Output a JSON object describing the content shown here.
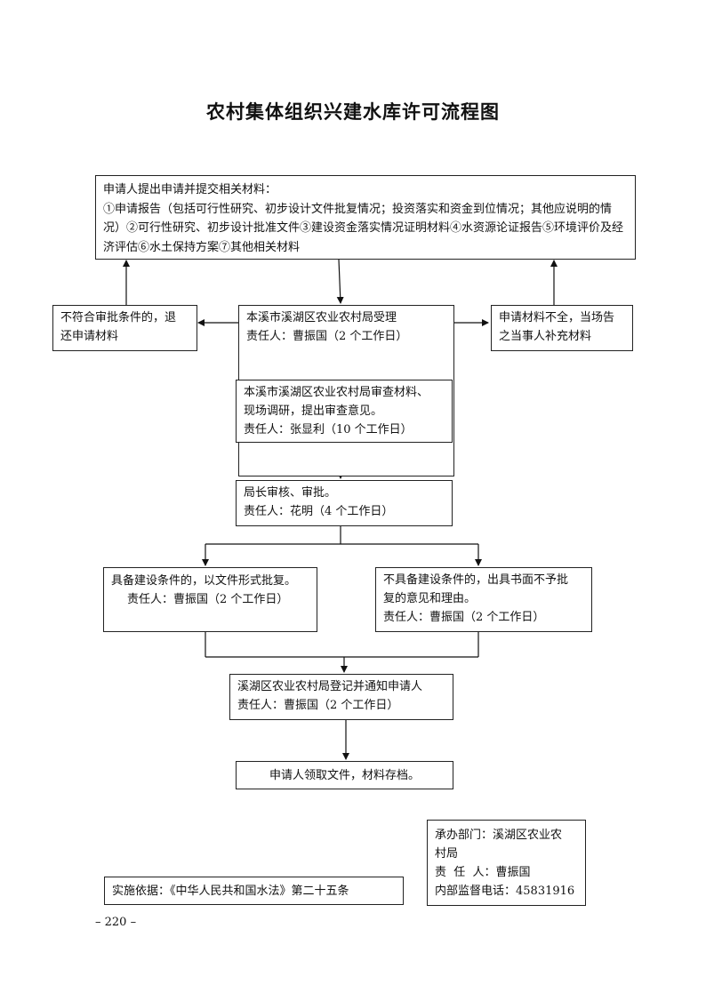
{
  "title": "农村集体组织兴建水库许可流程图",
  "apply": {
    "line1": "申请人提出申请并提交相关材料：",
    "line2": "①申请报告（包括可行性研究、初步设计文件批复情况；投资落实和资金到位情况；其他应说明的情况）②可行性研究、初步设计批准文件③建设资金落实情况证明材料④水资源论证报告⑤环境评价及经济评估⑥水土保持方案⑦其他相关材料"
  },
  "reject": {
    "line1": "不符合审批条件的，退",
    "line2": "还申请材料"
  },
  "accept": {
    "line1": "本溪市溪湖区农业农村局受理",
    "line2": "责任人：曹振国（2 个工作日）"
  },
  "supplement": {
    "line1": "申请材料不全，当场告",
    "line2": "之当事人补充材料"
  },
  "review": {
    "line1": "本溪市溪湖区农业农村局审查材料、",
    "line2": "现场调研，提出审查意见。",
    "line3": "责任人：张显利（10 个工作日）"
  },
  "director": {
    "line1": "局长审核、审批。",
    "line2": "责任人：花明（4 个工作日）"
  },
  "approve": {
    "line1": "具备建设条件的，以文件形式批复。",
    "line2": "责任人：曹振国（2 个工作日）"
  },
  "deny": {
    "line1": "不具备建设条件的，出具书面不予批",
    "line2": "复的意见和理由。",
    "line3": "责任人：曹振国（2 个工作日）"
  },
  "register": {
    "line1": "溪湖区农业农村局登记并通知申请人",
    "line2": "责任人：曹振国（2 个工作日）"
  },
  "collect": {
    "line1": "申请人领取文件，材料存档。"
  },
  "basis": {
    "line1": "实施依据：《中华人民共和国水法》第二十五条"
  },
  "contact": {
    "line1": "承办部门：溪湖区农业农",
    "line2": "村局",
    "line3": "责  任  人：曹振国",
    "line4": "内部监督电话：45831916"
  },
  "page_number": "– 220 –"
}
